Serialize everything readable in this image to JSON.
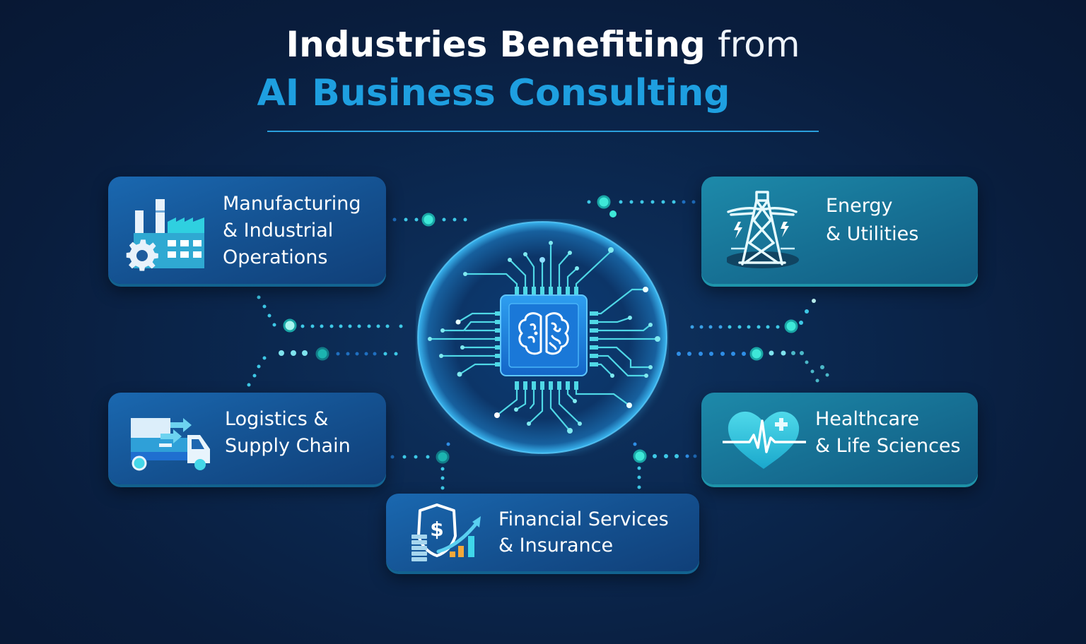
{
  "header": {
    "title_bold": "Industries Benefiting",
    "title_light": "from",
    "subtitle": "AI Business Consulting"
  },
  "hub": {
    "icon": "ai-chip-brain-icon",
    "description": "Central AI chip with brain inside glowing globe"
  },
  "industries": [
    {
      "id": "manufacturing",
      "icon": "factory-gear-icon",
      "lines": [
        "Manufacturing",
        "& Industrial",
        "Operations"
      ],
      "style": "blue"
    },
    {
      "id": "energy",
      "icon": "power-tower-icon",
      "lines": [
        "Energy",
        "& Utilities"
      ],
      "style": "teal"
    },
    {
      "id": "logistics",
      "icon": "delivery-truck-icon",
      "lines": [
        "Logistics &",
        "Supply Chain"
      ],
      "style": "blue"
    },
    {
      "id": "healthcare",
      "icon": "heart-pulse-icon",
      "lines": [
        "Healthcare",
        "& Life Sciences"
      ],
      "style": "teal"
    },
    {
      "id": "financial",
      "icon": "shield-dollar-growth-icon",
      "lines": [
        "Financial Services",
        "& Insurance"
      ],
      "style": "blue"
    }
  ],
  "colors": {
    "background": "#0a2147",
    "accent_blue": "#1e9fe0",
    "accent_teal": "#3de0d8",
    "card_blue": "#14508f",
    "card_teal": "#166f93",
    "white": "#ffffff"
  }
}
